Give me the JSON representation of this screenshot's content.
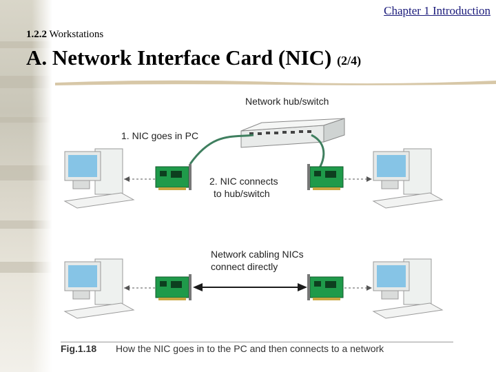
{
  "header": {
    "chapter": "Chapter 1 Introduction",
    "section_number": "1.2.2",
    "section_title": "Workstations",
    "title": "A. Network Interface Card (NIC)",
    "page_indicator": "(2/4)"
  },
  "figure": {
    "label_hub": "Network hub/switch",
    "label_nic_in_pc": "1. NIC goes in PC",
    "label_connects_line1": "2. NIC connects",
    "label_connects_line2": "to hub/switch",
    "label_direct_line1": "Network cabling NICs",
    "label_direct_line2": "connect directly",
    "caption_number": "Fig.1.18",
    "caption_text": "How the NIC goes in to the PC and then connects to a network"
  },
  "colors": {
    "nic_green": "#1f9a4a",
    "cable_green": "#3f7f5f",
    "link_arrow": "#1a1a1a",
    "chapter_link": "#1a1a7a"
  }
}
